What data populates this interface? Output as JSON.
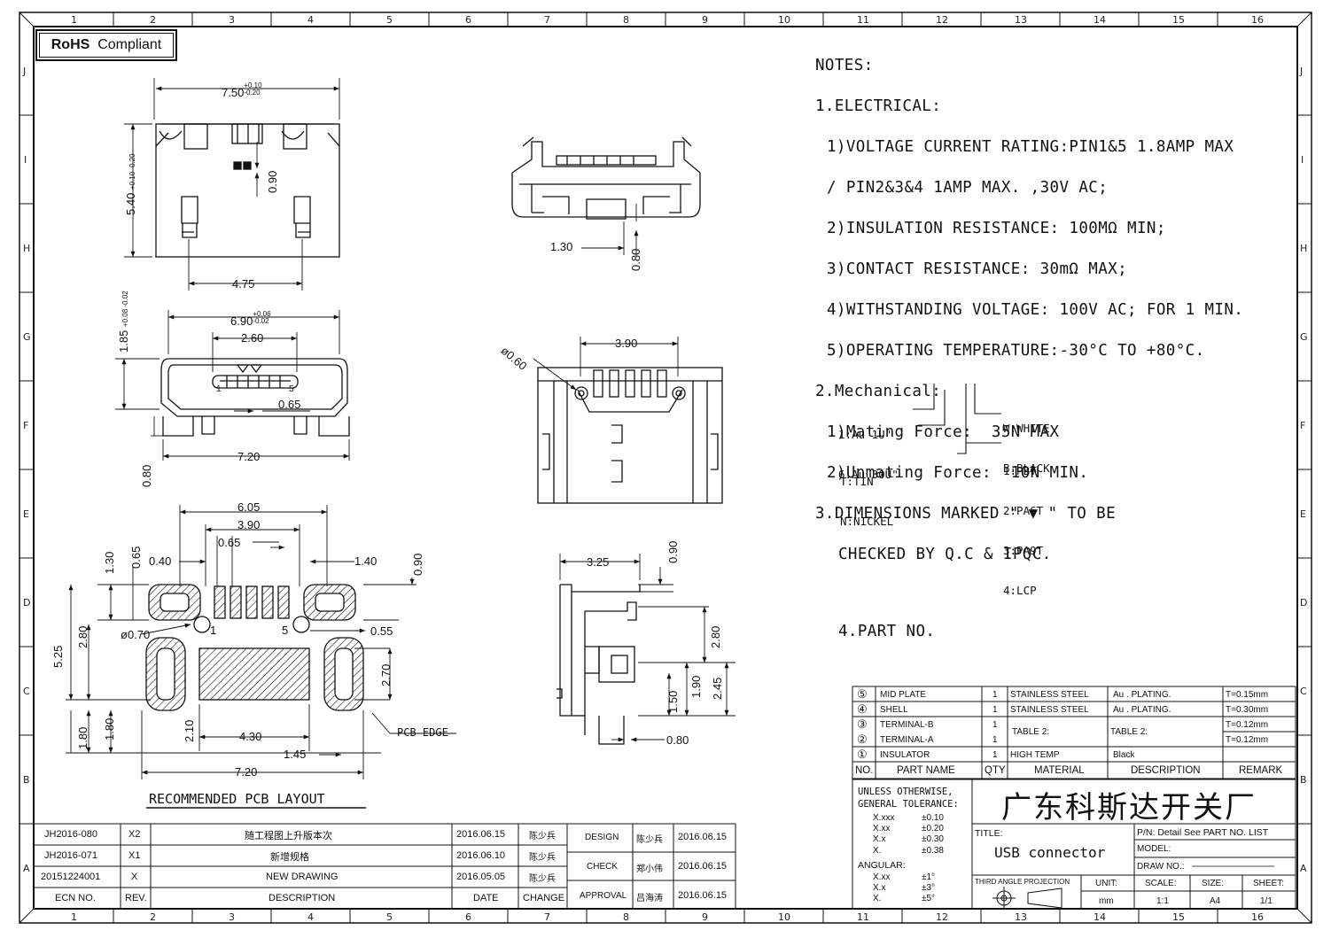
{
  "ruler": {
    "columns": [
      "1",
      "2",
      "3",
      "4",
      "5",
      "6",
      "7",
      "8",
      "9",
      "10",
      "11",
      "12",
      "13",
      "14",
      "15",
      "16"
    ],
    "rows": [
      "J",
      "I",
      "H",
      "G",
      "F",
      "E",
      "D",
      "C",
      "B",
      "A"
    ]
  },
  "badge": {
    "rohs_bold": "RoHS",
    "rohs_text": "Compliant"
  },
  "notes": {
    "heading": "NOTES:",
    "electrical": "1.ELECTRICAL:",
    "e1a": "1)VOLTAGE CURRENT RATING:PIN1&5 1.8AMP MAX",
    "e1b": "/ PIN2&3&4 1AMP MAX. ,30V AC;",
    "e2": "2)INSULATION RESISTANCE: 100MΩ MIN;",
    "e3": "3)CONTACT RESISTANCE: 30mΩ MAX;",
    "e4": "4)WITHSTANDING VOLTAGE: 100V AC; FOR 1 MIN.",
    "e5": "5)OPERATING TEMPERATURE:-30°C TO +80°C.",
    "mechanical": "2.Mechanical:",
    "m1": "1)Mating Force:  35N MAX",
    "m2": "2)Unmating Force:  10N MIN.",
    "d1": "3.DIMENSIONS MARKED \" ▼ \" TO BE",
    "d2": "CHECKED BY Q.C & IPQC.",
    "partno": "4.PART NO."
  },
  "part_number_legend": {
    "plating": [
      "1:Au 1U\"",
      "6:Au 30U\""
    ],
    "finish": [
      "T:TIN",
      "N:NICKEL"
    ],
    "color": [
      "W:WHITE",
      "B:BLACK"
    ],
    "material": [
      "1:PBT",
      "2:PA6T",
      "3:PA9T",
      "4:LCP"
    ]
  },
  "dimensions": {
    "top_w": "7.50",
    "top_w_tol_plus": "+0.10",
    "top_w_tol_minus": "-0.20",
    "top_h": "5.40",
    "top_h_tol": "+0.10 -0.20",
    "top_090": "0.90",
    "top_475": "4.75",
    "fv_130": "1.30",
    "fv_080": "0.80",
    "front_w": "6.90",
    "front_w_tol_plus": "+0.06",
    "front_w_tol_minus": "-0.02",
    "front_h": "1.85",
    "front_h_tol": "+0.08 -0.02",
    "front_260": "2.60",
    "front_065": "0.65",
    "front_720": "7.20",
    "front_080": "0.80",
    "pin1": "1",
    "pin5": "5",
    "rear_390": "3.90",
    "rear_dia": "ø0.60",
    "pcb_605": "6.05",
    "pcb_390": "3.90",
    "pcb_065": "0.65",
    "pcb_040": "0.40",
    "pcb_140": "1.40",
    "pcb_130": "1.30",
    "pcb_065v": "0.65",
    "pcb_090": "0.90",
    "pcb_280": "2.80",
    "pcb_525": "5.25",
    "pcb_dia": "ø0.70",
    "pcb_055": "0.55",
    "pcb_270": "2.70",
    "pcb_180a": "1.80",
    "pcb_180b": "1.80",
    "pcb_210": "2.10",
    "pcb_430": "4.30",
    "pcb_145": "1.45",
    "pcb_720": "7.20",
    "pcb_edge": "PCB EDGE",
    "pcb_1": "1",
    "pcb_5": "5",
    "side_325": "3.25",
    "side_090": "0.90",
    "side_280": "2.80",
    "side_190": "1.90",
    "side_150": "1.50",
    "side_245": "2.45",
    "side_080": "0.80"
  },
  "layout_caption": "RECOMMENDED PCB LAYOUT",
  "bom": {
    "rows": [
      {
        "no": "⑤",
        "name": "MID PLATE",
        "qty": "1",
        "material": "STAINLESS STEEL",
        "desc": "Au . PLATING.",
        "remark": "T=0.15mm"
      },
      {
        "no": "④",
        "name": "SHELL",
        "qty": "1",
        "material": "STAINLESS STEEL",
        "desc": "Au . PLATING.",
        "remark": "T=0.30mm"
      },
      {
        "no": "③",
        "name": "TERMINAL-B",
        "qty": "1",
        "material": "TABLE 2:",
        "desc": "TABLE 2:",
        "remark": "T=0.12mm"
      },
      {
        "no": "②",
        "name": "TERMINAL-A",
        "qty": "1",
        "material": "",
        "desc": "",
        "remark": "T=0.12mm"
      },
      {
        "no": "①",
        "name": "INSULATOR",
        "qty": "1",
        "material": "HIGH TEMP",
        "desc": "Black",
        "remark": ""
      }
    ],
    "header": {
      "no": "NO.",
      "name": "PART NAME",
      "qty": "QTY",
      "material": "MATERIAL",
      "desc": "DESCRIPTION",
      "remark": "REMARK"
    }
  },
  "tolerance": {
    "title1": "UNLESS OTHERWISE,",
    "title2": "GENERAL TOLERANCE:",
    "linear": [
      [
        "X.xxx",
        "±0.10"
      ],
      [
        "X.xx",
        "±0.20"
      ],
      [
        "X.x",
        "±0.30"
      ],
      [
        "X.",
        "±0.38"
      ]
    ],
    "angular_label": "ANGULAR:",
    "angular": [
      [
        "X.xx",
        "±1°"
      ],
      [
        "X.x",
        "±3°"
      ],
      [
        "X.",
        "±5°"
      ]
    ]
  },
  "title_block": {
    "company": "广东科斯达开关厂",
    "title_label": "TITLE:",
    "title": "USB connector",
    "pn": "P/N: Detail See PART NO. LIST",
    "model": "MODEL:",
    "drawno": "DRAW NO.:",
    "projection": "THIRD ANGLE PROJECTION",
    "unit_label": "UNIT:",
    "unit": "mm",
    "scale_label": "SCALE:",
    "scale": "1:1",
    "size_label": "SIZE:",
    "size": "A4",
    "sheet_label": "SHEET:",
    "sheet": "1/1"
  },
  "revisions": {
    "rows": [
      {
        "ecn": "JH2016-080",
        "rev": "X2",
        "desc": "随工程图上升版本次",
        "date": "2016.06.15",
        "change": "陈少兵"
      },
      {
        "ecn": "JH2016-071",
        "rev": "X1",
        "desc": "新增规格",
        "date": "2016.06.10",
        "change": "陈少兵"
      },
      {
        "ecn": "20151224001",
        "rev": "X",
        "desc": "NEW DRAWING",
        "date": "2016.05.05",
        "change": "陈少兵"
      }
    ],
    "header": {
      "ecn": "ECN  NO.",
      "rev": "REV.",
      "desc": "DESCRIPTION",
      "date": "DATE",
      "change": "CHANGE"
    }
  },
  "approvals": [
    {
      "role": "DESIGN",
      "name": "陈少兵",
      "date": "2016.06.15"
    },
    {
      "role": "CHECK",
      "name": "郑小伟",
      "date": "2016.06.15"
    },
    {
      "role": "APPROVAL",
      "name": "吕海涛",
      "date": "2016.06.15"
    }
  ]
}
